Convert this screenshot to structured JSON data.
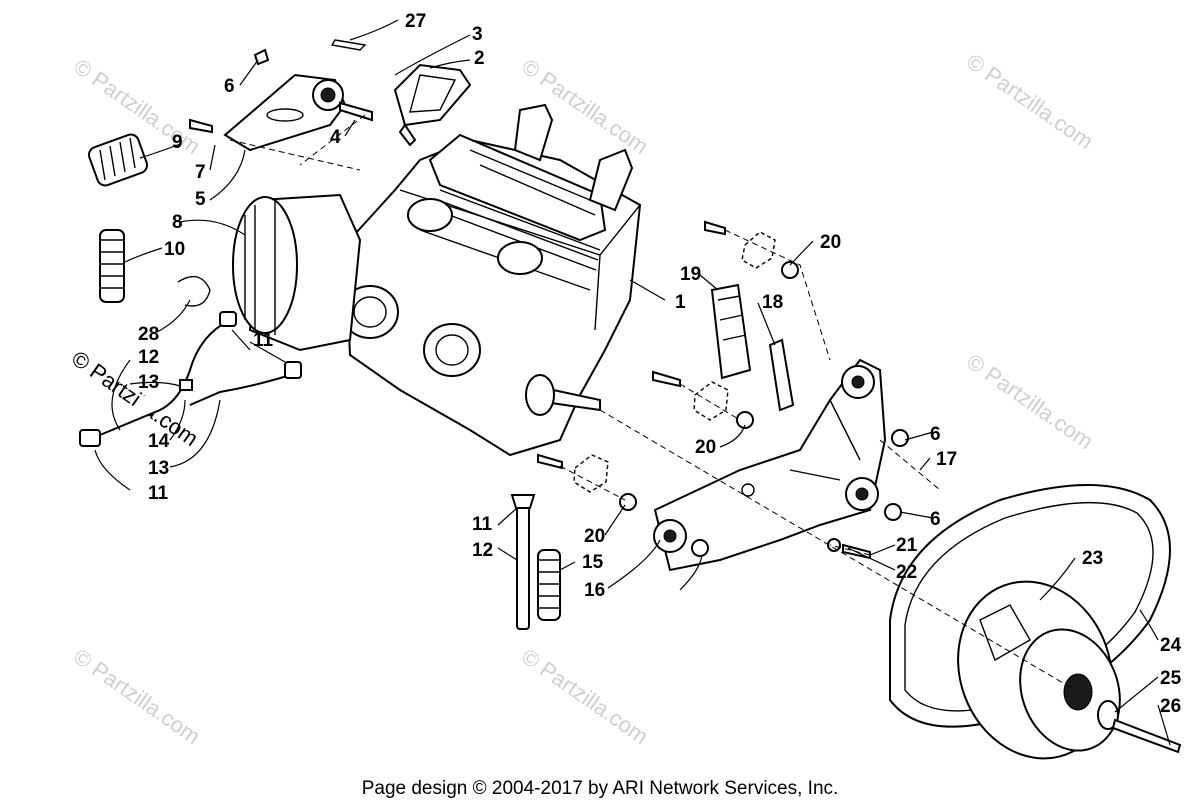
{
  "watermark": "© Partzilla.com",
  "footer": "Page design © 2004-2017 by ARI Network Services, Inc.",
  "callouts": [
    "27",
    "3",
    "2",
    "6",
    "4",
    "9",
    "7",
    "5",
    "8",
    "10",
    "28",
    "11",
    "12",
    "13",
    "14",
    "13",
    "11",
    "20",
    "19",
    "18",
    "1",
    "20",
    "17",
    "6",
    "11",
    "12",
    "15",
    "20",
    "16",
    "6",
    "21",
    "22",
    "23",
    "24",
    "25",
    "26"
  ]
}
